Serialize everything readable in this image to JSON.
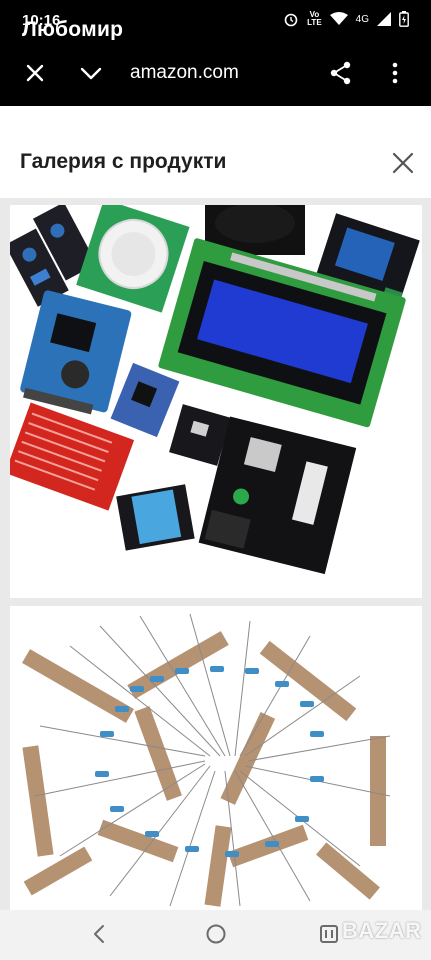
{
  "status_bar": {
    "time": "10:16",
    "network": "4G",
    "lte_top": "Vo",
    "lte_bottom": "LTE"
  },
  "overlay": {
    "name": "Любомир"
  },
  "browser_bar": {
    "domain": "amazon.com",
    "icons": [
      "close-icon",
      "chevron-down-icon",
      "share-icon",
      "more-vert-icon"
    ]
  },
  "gallery": {
    "title": "Галерия с продукти",
    "images": [
      {
        "name": "sensor-modules-kit"
      },
      {
        "name": "resistor-assortment"
      }
    ]
  },
  "nav_bar": {
    "icons": [
      "back-icon",
      "home-icon",
      "recents-icon"
    ]
  },
  "watermark": {
    "text": "BAZAR"
  },
  "colors": {
    "bar": "#000000",
    "header": "#ffffff",
    "background": "#e9e9e9",
    "navbar": "#f2f2f2"
  }
}
